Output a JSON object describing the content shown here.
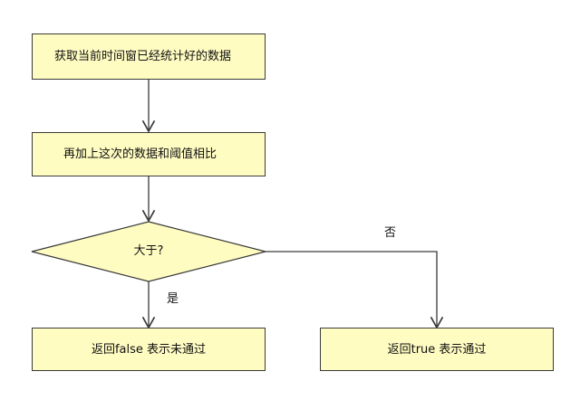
{
  "diagram": {
    "type": "flowchart",
    "nodes": {
      "step_get_count": {
        "text": "获取当前时间窗已经统计好的数据"
      },
      "step_add_compare": {
        "text": "再加上这次的数据和阈值相比"
      },
      "decision_greater": {
        "text": "大于?"
      },
      "result_false": {
        "text": "返回false 表示未通过"
      },
      "result_true": {
        "text": "返回true 表示通过"
      }
    },
    "edges": {
      "yes_label": "是",
      "no_label": "否"
    },
    "colors": {
      "node_fill": "#fffcc2",
      "stroke": "#3a3a3a"
    }
  }
}
